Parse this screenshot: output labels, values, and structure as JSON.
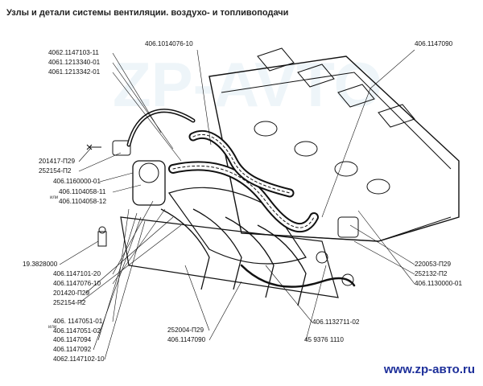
{
  "title": "Узлы и детали системы вентиляции. воздухо- и топливоподачи",
  "website": "www.zp-авто.ru",
  "watermark": "ZP-AVTO",
  "colors": {
    "ink": "#111111",
    "accent": "#1d2f9a",
    "watermark": "#cfe3ef"
  },
  "labels_left": [
    "4062.1147103-11",
    "4061.1213340-01",
    "4061.1213342-01",
    "201417-П29",
    "252154-П2",
    "406.1160000-01",
    "406.1104058-11",
    "или",
    "406.1104058-12",
    "19.3828000",
    "406.1147101-20",
    "406.1147076-10",
    "201420-П29",
    "252154-П2",
    "406. 1147051-01",
    "или",
    "406.1147051-02",
    "406.1147094",
    "406.1147092",
    "4062.1147102-10"
  ],
  "labels_top": [
    "406.1014076-10",
    "406.1147090"
  ],
  "labels_right": [
    "220053-П29",
    "252132-П2",
    "406.1130000-01"
  ],
  "labels_bottom": [
    "406.1132711-02",
    "252004-П29",
    "406.1147090",
    "45 9376 1110"
  ]
}
